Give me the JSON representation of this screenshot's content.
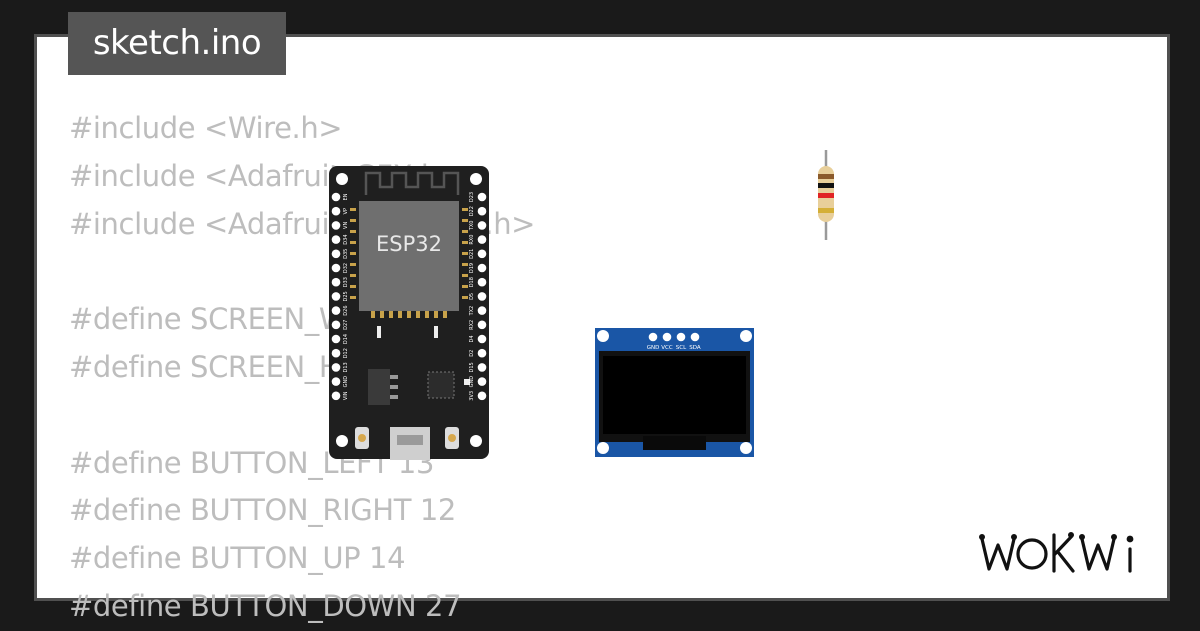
{
  "file_tab": {
    "label": "sketch.ino"
  },
  "code_lines": [
    "#include <Wire.h>",
    "#include <Adafruit_GFX.h>",
    "#include <Adafruit_SSD1306.h>",
    "",
    "#define SCREEN_WIDTH 128",
    "#define SCREEN_HEIGHT 64",
    "",
    "#define BUTTON_LEFT 13",
    "#define BUTTON_RIGHT 12",
    "#define BUTTON_UP 14",
    "#define BUTTON_DOWN 27"
  ],
  "esp32": {
    "chip_label": "ESP32",
    "left_pins": [
      "EN",
      "VP",
      "VN",
      "D34",
      "D35",
      "D32",
      "D33",
      "D25",
      "D26",
      "D27",
      "D14",
      "D12",
      "D13",
      "GND",
      "VIN"
    ],
    "right_pins": [
      "D23",
      "D22",
      "TX0",
      "RX0",
      "D21",
      "D19",
      "D18",
      "D5",
      "TX2",
      "RX2",
      "D4",
      "D2",
      "D15",
      "GND",
      "3V3"
    ]
  },
  "oled": {
    "pins": [
      "GND",
      "VCC",
      "SCL",
      "SDA"
    ]
  },
  "logo": {
    "text": "WOKWi"
  },
  "colors": {
    "code_text": "#bdbdbd",
    "tab_bg": "#555555",
    "board": "#1f1f1f",
    "oled_pcb": "#1a56a6",
    "background": "#1a1a1a"
  }
}
